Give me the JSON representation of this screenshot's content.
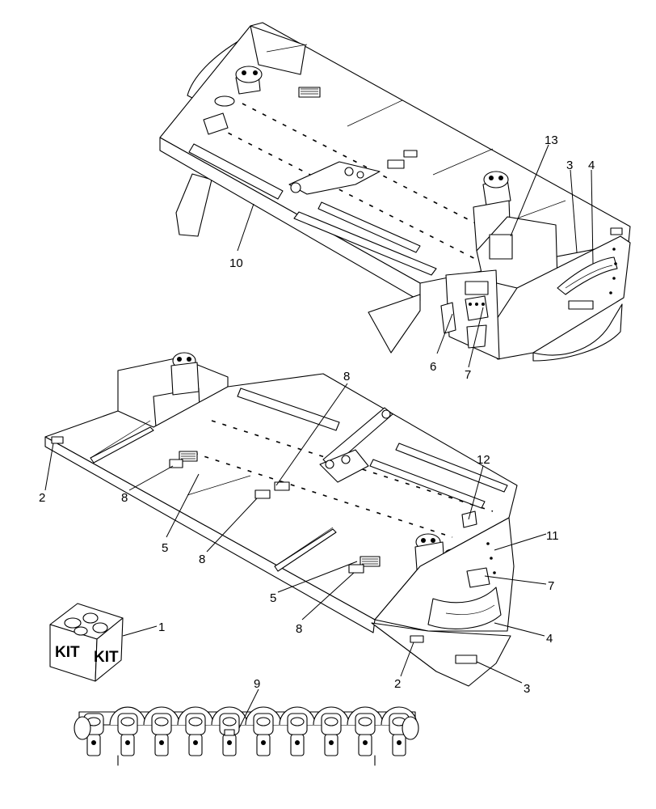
{
  "callouts": {
    "c13": "13",
    "c3a": "3",
    "c4a": "4",
    "c10": "10",
    "c6": "6",
    "c7a": "7",
    "c8a": "8",
    "c12": "12",
    "c2a": "2",
    "c8b": "8",
    "c5a": "5",
    "c8c": "8",
    "c11": "11",
    "c7b": "7",
    "c5b": "5",
    "c8d": "8",
    "c1": "1",
    "c4b": "4",
    "c2b": "2",
    "c3b": "3",
    "c9": "9"
  },
  "kit_box": {
    "label_left": "KIT",
    "label_right": "KIT"
  }
}
